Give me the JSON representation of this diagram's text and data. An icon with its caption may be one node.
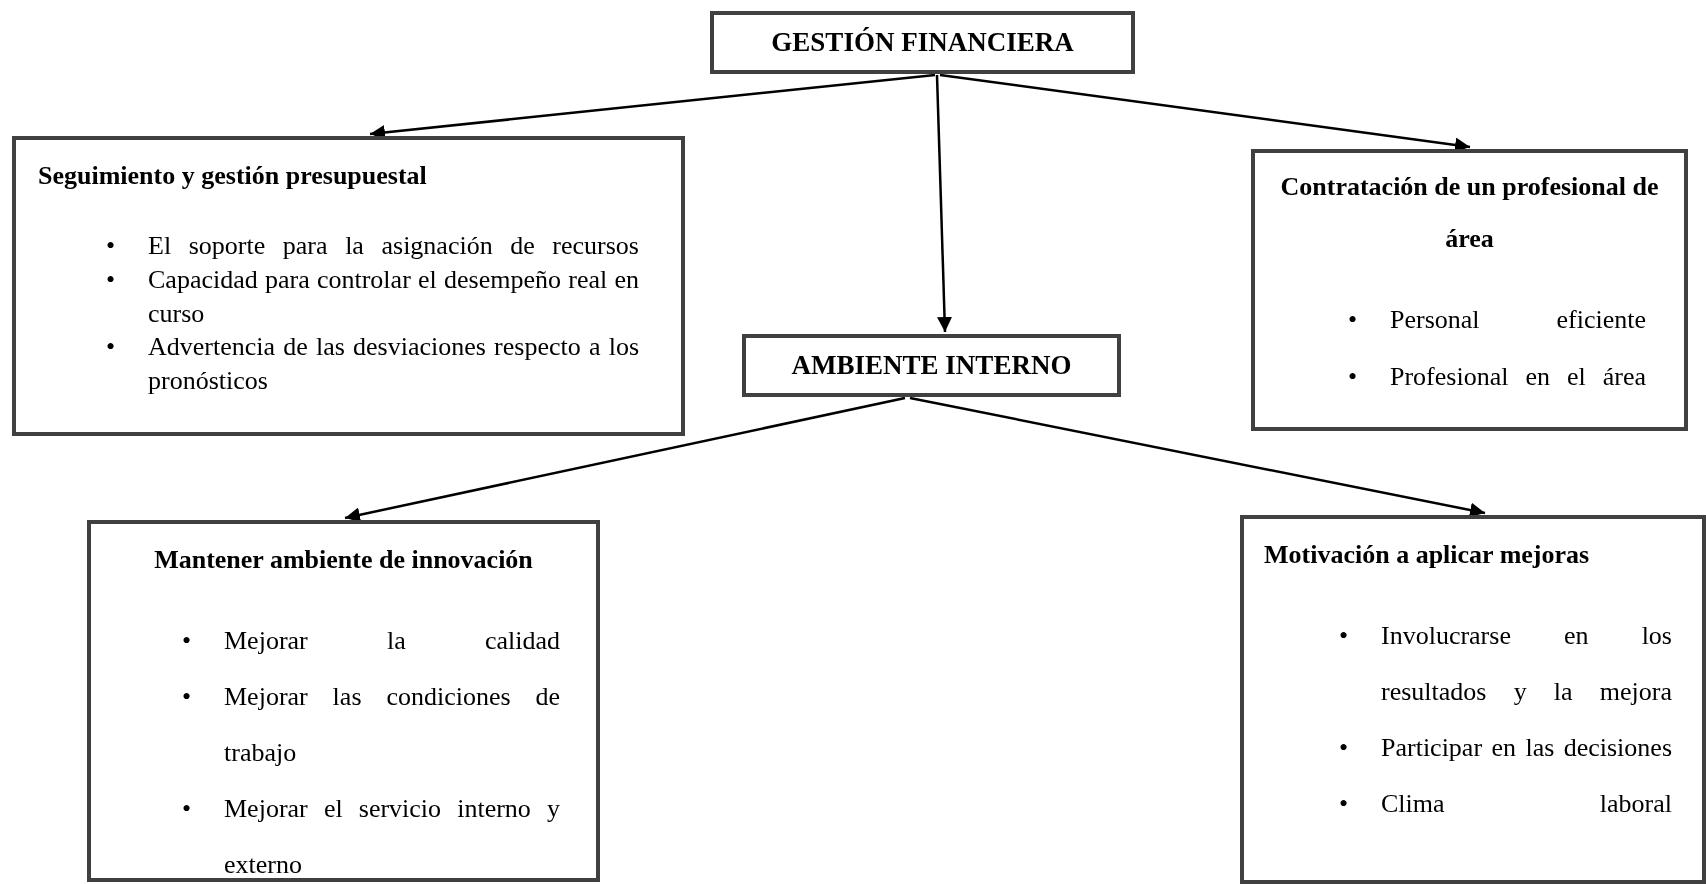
{
  "diagram": {
    "nodes": [
      {
        "text": [
          "GESTIÓN FINANCIERA"
        ]
      },
      {
        "text": [
          "Seguimiento y gestión presupuestal",
          "•",
          "El soporte para la asignación de recursos",
          "•",
          "Capacidad para controlar el desempeño real en curso",
          "•",
          "Advertencia de las desviaciones respecto a los pronósticos"
        ]
      },
      {
        "text": [
          "Contratación de un profesional de área",
          "•",
          "Personal eficiente",
          "•",
          "Profesional en el área"
        ]
      },
      {
        "text": [
          "AMBIENTE INTERNO"
        ]
      },
      {
        "text": [
          "Mantener ambiente de innovación",
          "•",
          "Mejorar la calidad",
          "•",
          "Mejorar las condiciones de trabajo",
          "•",
          "Mejorar el servicio interno y externo"
        ]
      },
      {
        "text": [
          "Motivación a aplicar mejoras",
          "•",
          "Involucrarse en los resultados y la mejora",
          "•",
          "Participar en las decisiones",
          "•",
          "Clima laboral"
        ]
      }
    ],
    "edges": [
      {
        "from": 0,
        "to": 1,
        "arrow": "to"
      },
      {
        "from": 0,
        "to": 3,
        "arrow": "to"
      },
      {
        "from": 0,
        "to": 2,
        "arrow": "to"
      },
      {
        "from": 3,
        "to": 4,
        "arrow": "to"
      },
      {
        "from": 3,
        "to": 5,
        "arrow": "to"
      }
    ]
  }
}
